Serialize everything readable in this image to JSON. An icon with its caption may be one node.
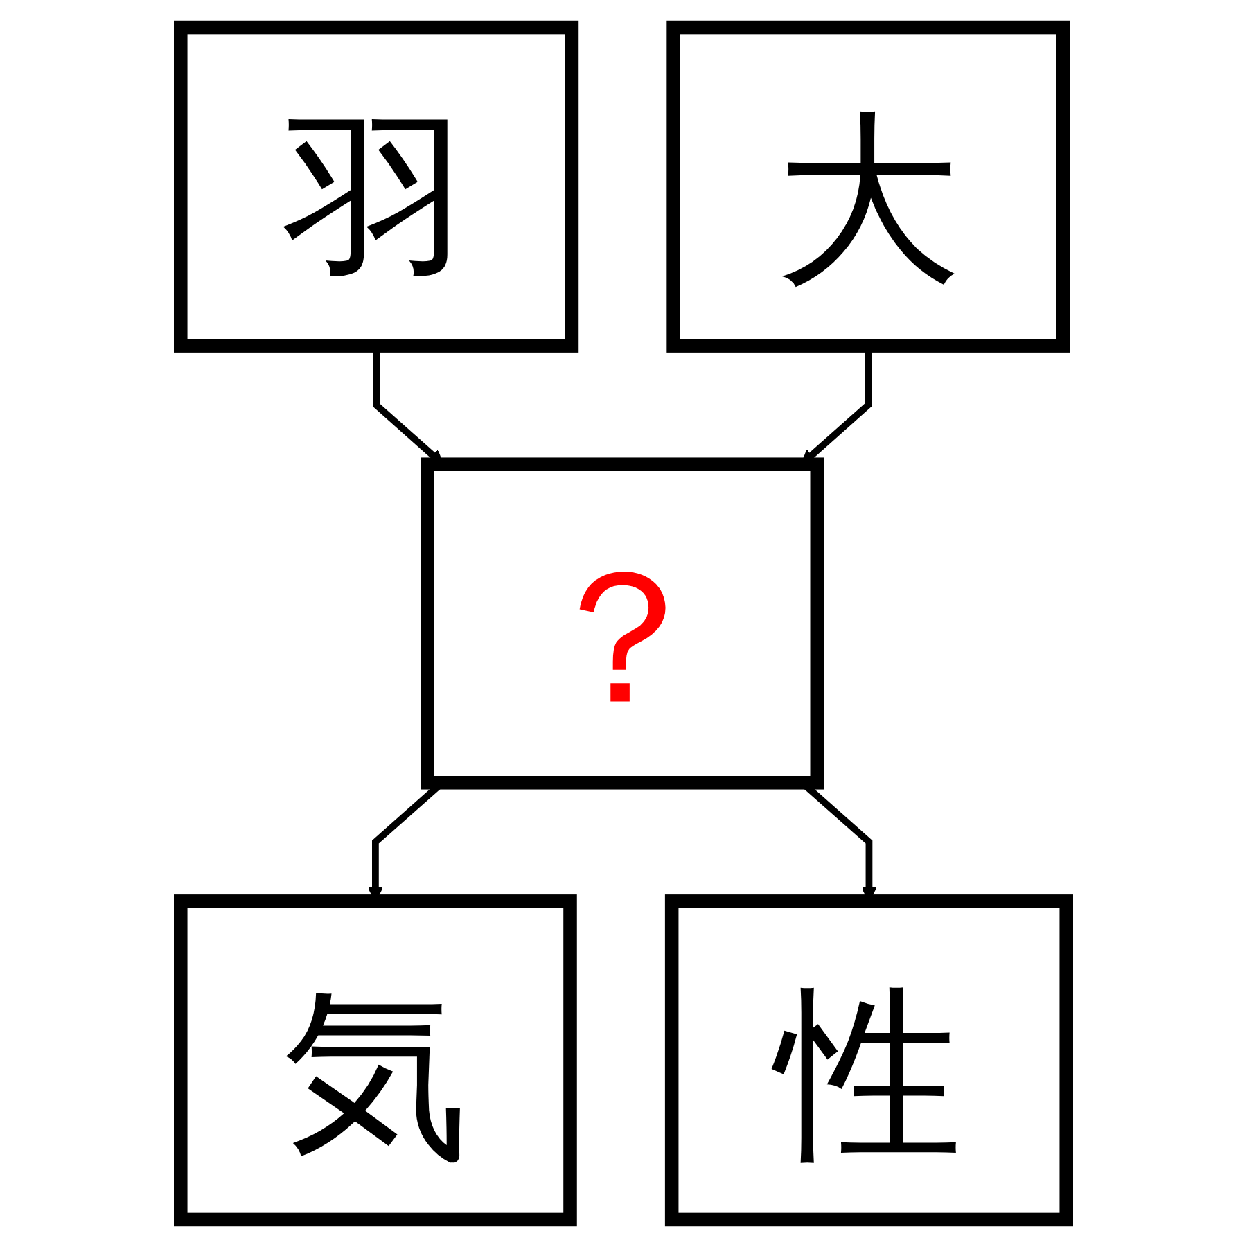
{
  "diagram": {
    "nodes": [
      {
        "text": [
          "羽"
        ]
      },
      {
        "text": [
          "大"
        ]
      },
      {
        "text": [
          "？"
        ]
      },
      {
        "text": [
          "気"
        ]
      },
      {
        "text": [
          "性"
        ]
      }
    ],
    "edges": [
      {
        "from": 0,
        "to": 2,
        "arrow": "to"
      },
      {
        "from": 1,
        "to": 2,
        "arrow": "to"
      },
      {
        "from": 2,
        "to": 3,
        "arrow": "to"
      },
      {
        "from": 2,
        "to": 4,
        "arrow": "to"
      }
    ]
  }
}
